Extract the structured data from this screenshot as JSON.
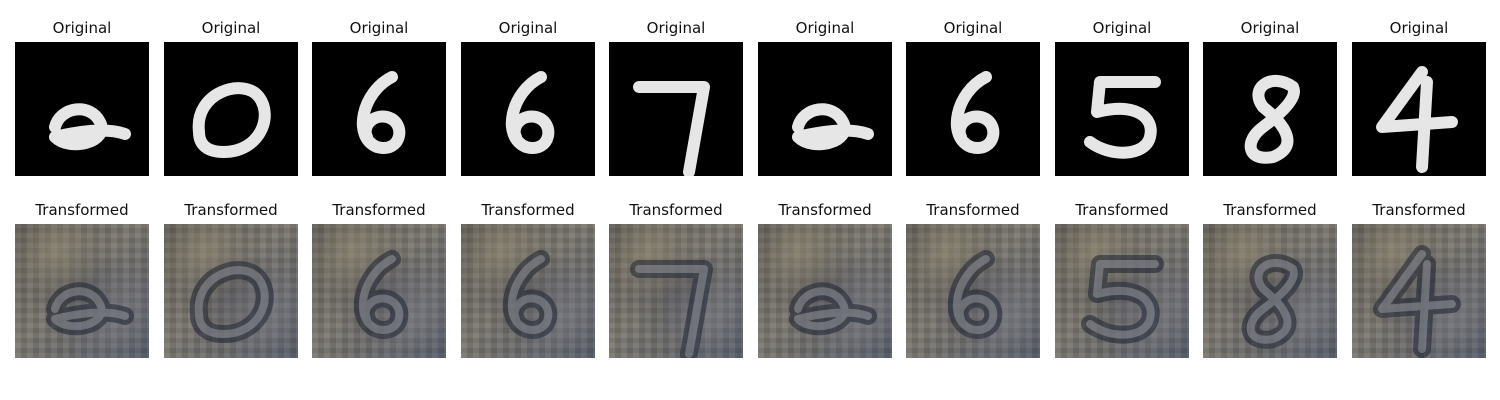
{
  "labels": {
    "original": "Original",
    "transformed": "Transformed"
  },
  "digits": [
    "2",
    "0",
    "6",
    "6",
    "7",
    "2",
    "6",
    "5",
    "8",
    "4"
  ],
  "colors": {
    "background": "#ffffff",
    "original_bg": "#000000",
    "original_stroke": "#f2f2f2",
    "transformed_stroke_dark": "#1d2233",
    "transformed_stroke_light": "#c8c8cf"
  }
}
